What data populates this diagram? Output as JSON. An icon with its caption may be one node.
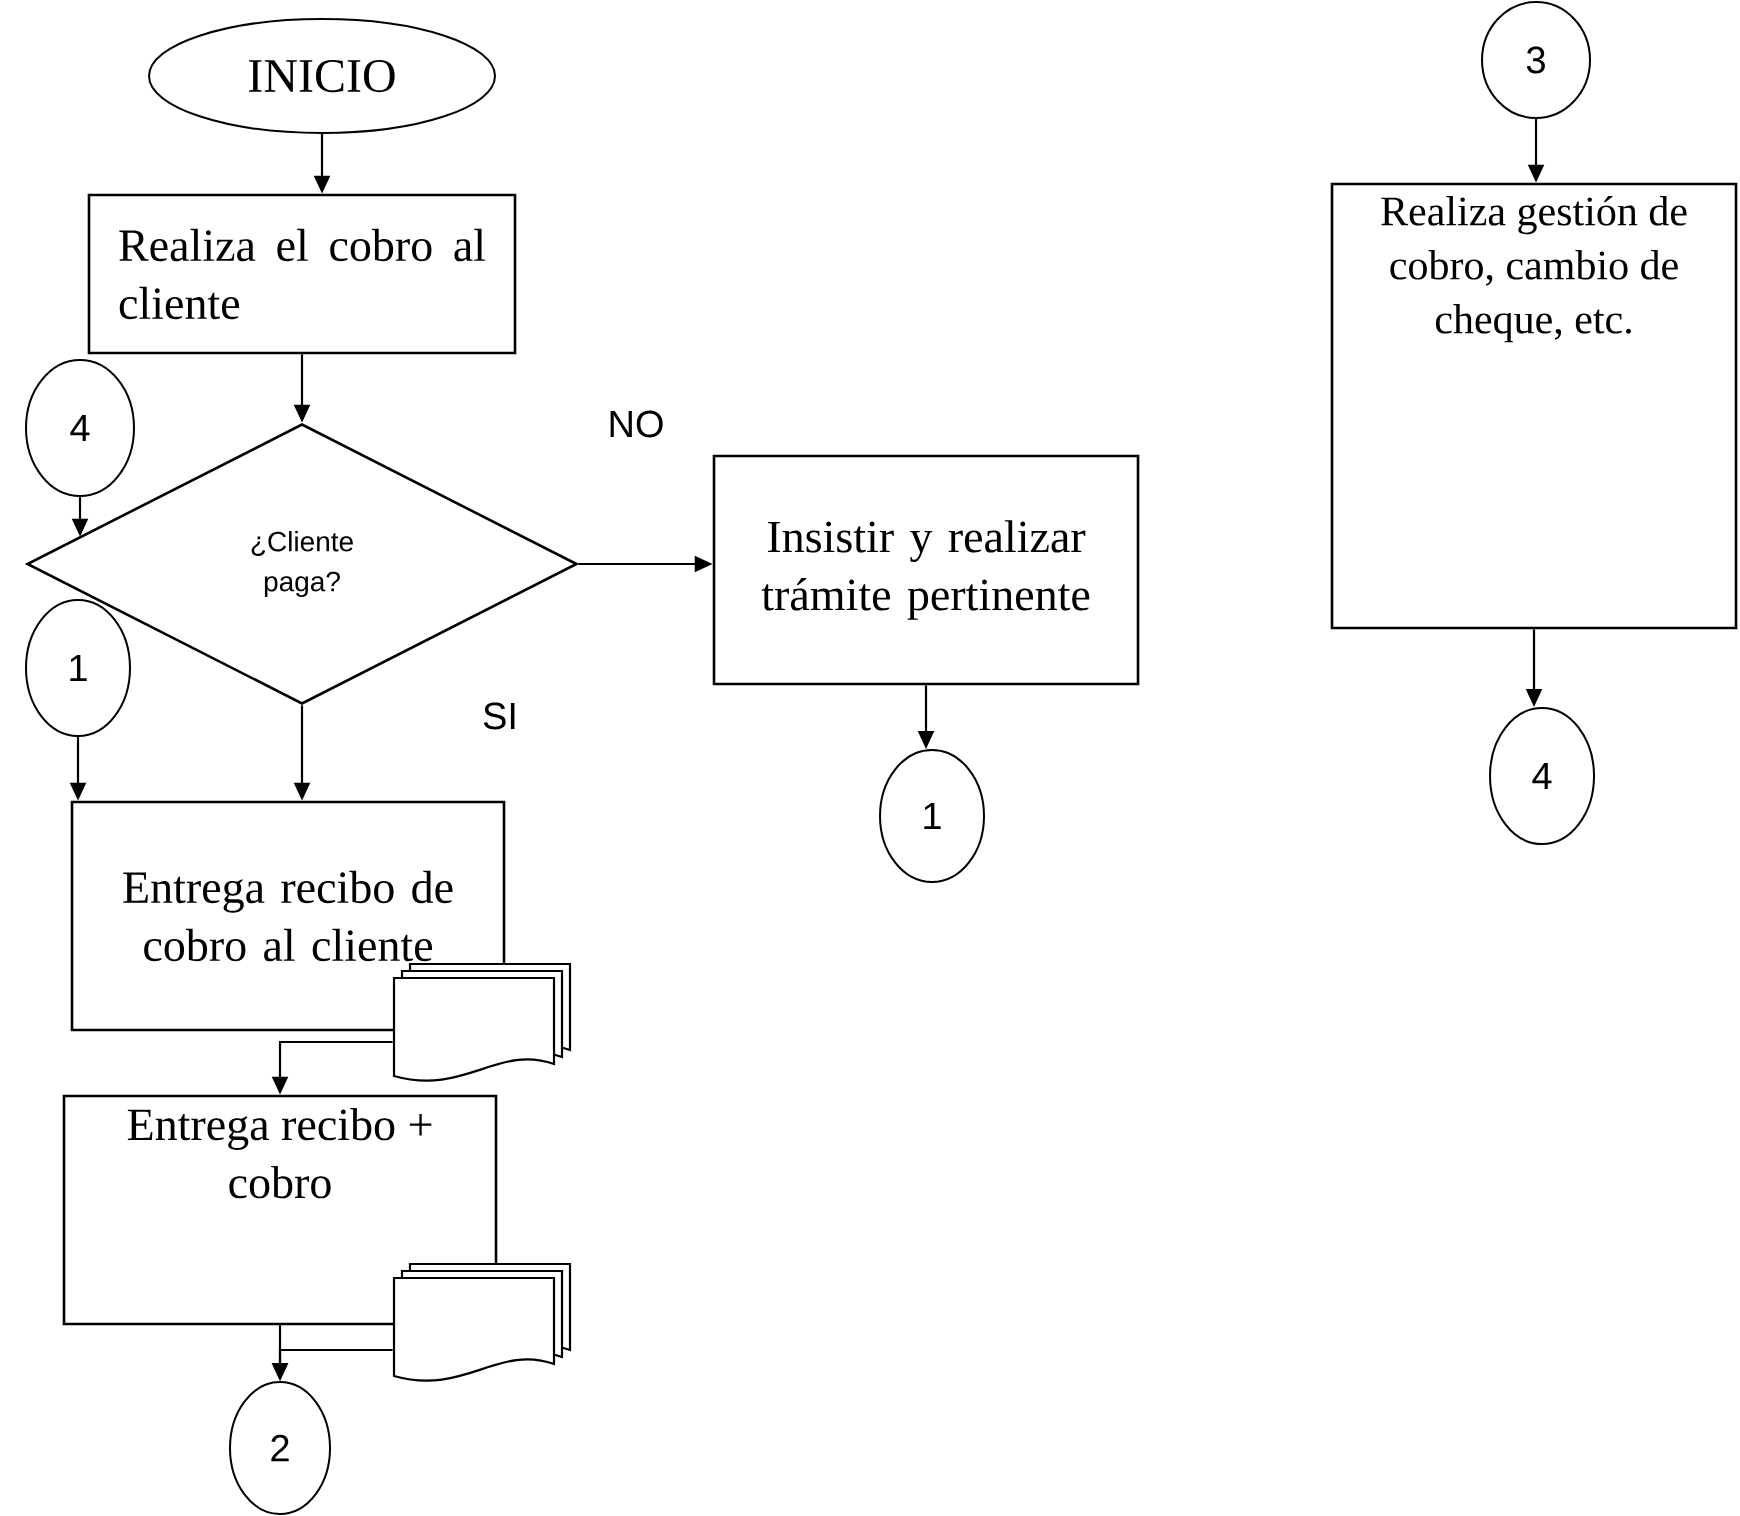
{
  "diagram": {
    "nodes": [
      {
        "text": [
          "INICIO"
        ]
      },
      {
        "text": [
          "Realiza el cobro al cliente"
        ]
      },
      {
        "text": [
          "¿Cliente paga?"
        ]
      },
      {
        "text": [
          "4"
        ]
      },
      {
        "text": [
          "1"
        ]
      },
      {
        "text": [
          "Insistir y realizar trámite pertinente"
        ]
      },
      {
        "text": [
          "1"
        ]
      },
      {
        "text": [
          "Entrega recibo de cobro al cliente"
        ]
      },
      {
        "text": [],
        "shape": "document"
      },
      {
        "text": [
          "Entrega recibo + cobro"
        ]
      },
      {
        "text": [],
        "shape": "document"
      },
      {
        "text": [
          "2"
        ]
      },
      {
        "text": [
          "3"
        ]
      },
      {
        "text": [
          "Realiza gestión de cobro, cambio de cheque, etc."
        ]
      },
      {
        "text": [
          "4"
        ]
      }
    ],
    "edges": [
      {
        "from": 0,
        "to": 1,
        "arrow": "to"
      },
      {
        "from": 1,
        "to": 2,
        "arrow": "to"
      },
      {
        "from": 3,
        "to": 2,
        "arrow": "to"
      },
      {
        "from": 2,
        "to": 5,
        "arrow": "to",
        "label": "NO"
      },
      {
        "from": 2,
        "to": 7,
        "arrow": "to",
        "label": "SI"
      },
      {
        "from": 4,
        "to": 7,
        "arrow": "to"
      },
      {
        "from": 5,
        "to": 6,
        "arrow": "to"
      },
      {
        "from": 8,
        "to": 9,
        "arrow": "to"
      },
      {
        "from": 9,
        "to": 11,
        "arrow": "to"
      },
      {
        "from": 10,
        "to": 11,
        "arrow": "to"
      },
      {
        "from": 12,
        "to": 13,
        "arrow": "to"
      },
      {
        "from": 13,
        "to": 14,
        "arrow": "to"
      }
    ]
  }
}
